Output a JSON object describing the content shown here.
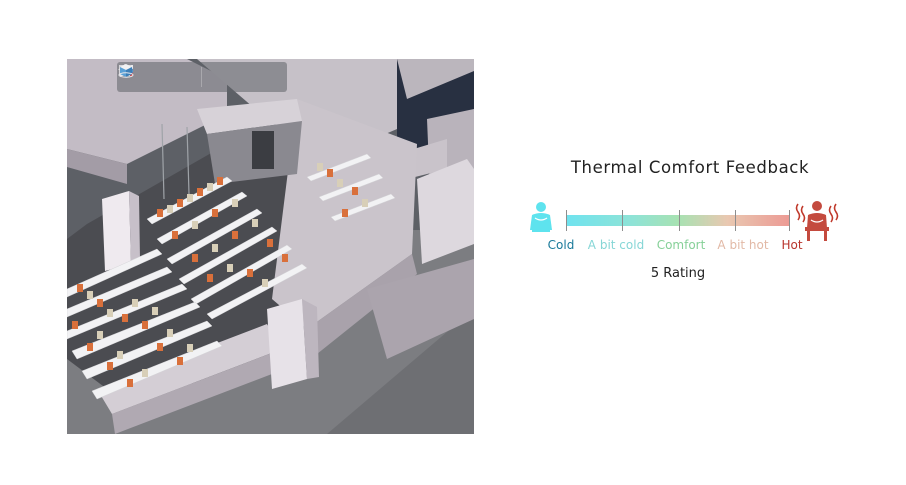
{
  "toolbar": {
    "buttons": [
      {
        "name": "layers-icon"
      },
      {
        "name": "info-icon"
      },
      {
        "name": "home-icon"
      },
      {
        "name": "view-cube-icon"
      }
    ]
  },
  "feedback": {
    "title": "Thermal Comfort Feedback",
    "scale": [
      {
        "label": "Cold",
        "color": "#1a7a9a"
      },
      {
        "label": "A bit cold",
        "color": "#86d6d6"
      },
      {
        "label": "Comfort",
        "color": "#86d098"
      },
      {
        "label": "A bit hot",
        "color": "#e2b9a6"
      },
      {
        "label": "Hot",
        "color": "#b8352d"
      }
    ],
    "rating": "5 Rating",
    "cold_icon": "cold-person-icon",
    "hot_icon": "hot-person-icon"
  }
}
